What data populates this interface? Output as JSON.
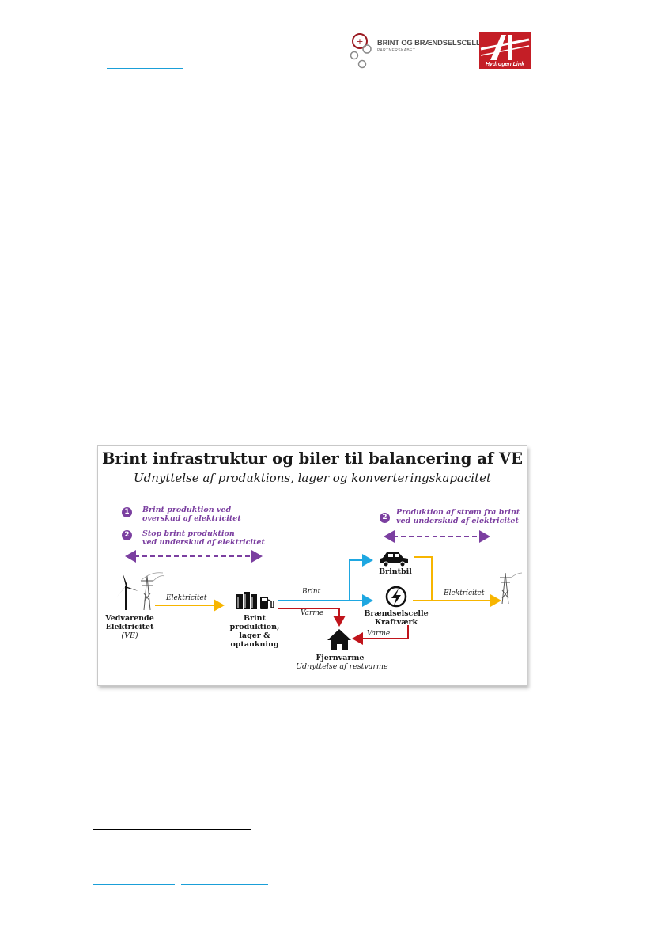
{
  "logos": {
    "brint_partnership_name": "BRINT OG BRÆNDSELSCELLER",
    "brint_partnership_sub": "PARTNERSKABET",
    "hydrogen_link_name": "Hydrogen Link"
  },
  "infographic": {
    "title": "Brint infrastruktur og biler til balancering af VE",
    "subtitle": "Udnyttelse af produktions, lager og konverteringskapacitet",
    "legend": [
      {
        "badge": "1",
        "line1": "Brint produktion ved",
        "line2": "overskud af elektricitet"
      },
      {
        "badge": "2",
        "line1": "Stop brint produktion",
        "line2": "ved underskud af elektricitet"
      },
      {
        "badge": "2",
        "line1": "Produktion af strøm fra brint",
        "line2": "ved underskud af elektricitet"
      }
    ],
    "flows": {
      "electricity_in": "Elektricitet",
      "hydrogen": "Brint",
      "heat_1": "Varme",
      "heat_2": "Varme",
      "electricity_out": "Elektricitet"
    },
    "nodes": {
      "renewable": {
        "line1": "Vedvarende",
        "line2": "Elektricitet",
        "line3": "(VE)"
      },
      "hydrogen_plant": {
        "line1": "Brint",
        "line2": "produktion,",
        "line3": "lager &",
        "line4": "optankning"
      },
      "car": {
        "label": "Brintbil"
      },
      "fuel_cell": {
        "line1": "Brændselscelle",
        "line2": "Kraftværk"
      },
      "district_heating": {
        "line1": "Fjernvarme",
        "line2": "Udnyttelse af restvarme"
      }
    },
    "colors": {
      "electricity": "#f7b500",
      "hydrogen": "#1ea7e1",
      "heat": "#c0141b",
      "accent": "#7b3fa0"
    }
  }
}
